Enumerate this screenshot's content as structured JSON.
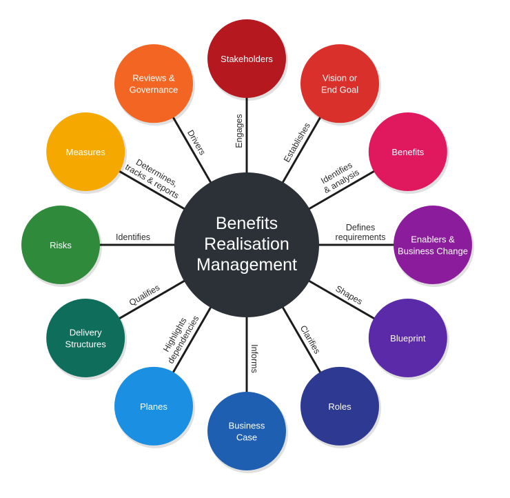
{
  "center": {
    "lines": [
      "Benefits",
      "Realisation",
      "Management"
    ],
    "color": "#2b3137"
  },
  "nodes": [
    {
      "label": [
        "Stakeholders"
      ],
      "edge": [
        "Engages"
      ],
      "color": "#b5181f"
    },
    {
      "label": [
        "Vision or",
        "End Goal"
      ],
      "edge": [
        "Establishes"
      ],
      "color": "#d9302c"
    },
    {
      "label": [
        "Benefits"
      ],
      "edge": [
        "Identifies",
        "& analysis"
      ],
      "color": "#e0185e"
    },
    {
      "label": [
        "Enablers &",
        "Business Change"
      ],
      "edge": [
        "Defines",
        "requirements"
      ],
      "color": "#8b1d9c"
    },
    {
      "label": [
        "Blueprint"
      ],
      "edge": [
        "Shapes"
      ],
      "color": "#5b2aa9"
    },
    {
      "label": [
        "Roles"
      ],
      "edge": [
        "Clarifies"
      ],
      "color": "#2e3a92"
    },
    {
      "label": [
        "Business",
        "Case"
      ],
      "edge": [
        "Informs"
      ],
      "color": "#1e5fb2"
    },
    {
      "label": [
        "Planes"
      ],
      "edge": [
        "Highlights",
        "dependencies"
      ],
      "color": "#1b8fe2"
    },
    {
      "label": [
        "Delivery",
        "Structures"
      ],
      "edge": [
        "Qualifies"
      ],
      "color": "#0e6d5b"
    },
    {
      "label": [
        "Risks"
      ],
      "edge": [
        "Identifies"
      ],
      "color": "#2f8a3b"
    },
    {
      "label": [
        "Measures"
      ],
      "edge": [
        "Determines,",
        "tracks & reports"
      ],
      "color": "#f5a900"
    },
    {
      "label": [
        "Reviews &",
        "Governance"
      ],
      "edge": [
        "Drivers"
      ],
      "color": "#f26522"
    }
  ]
}
